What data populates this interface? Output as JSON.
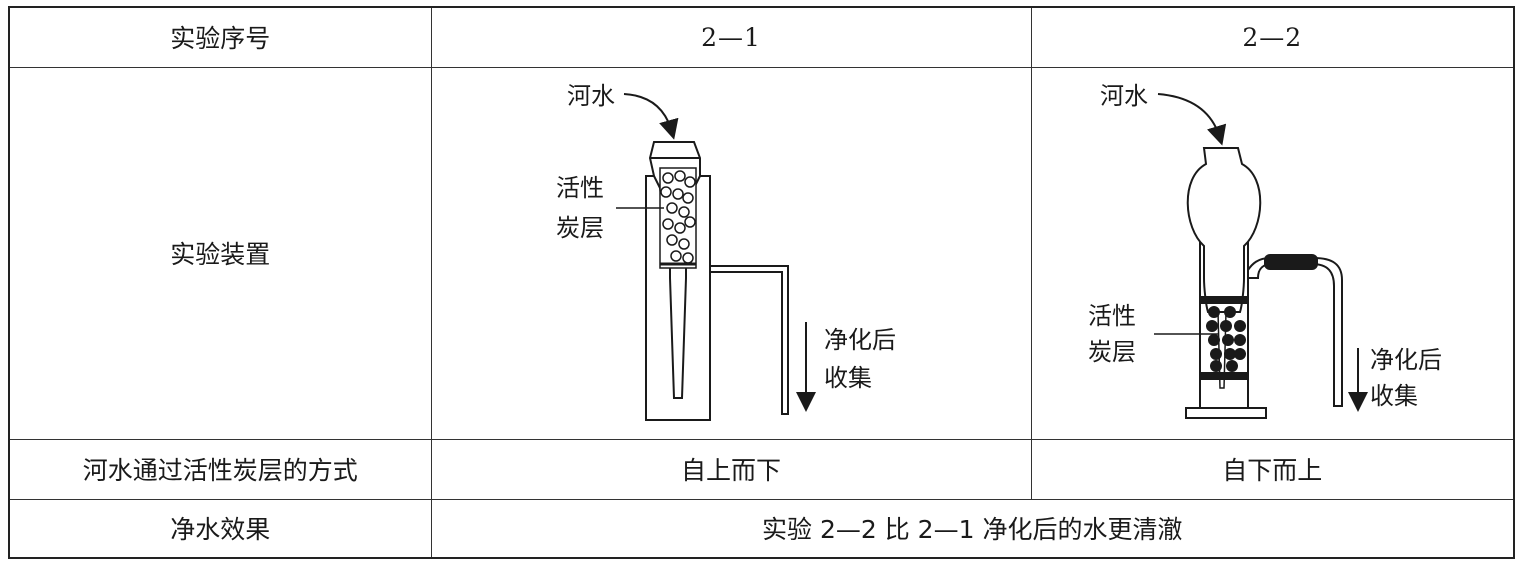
{
  "table": {
    "row_seq": {
      "label": "实验序号",
      "exp1": "2—1",
      "exp2": "2—2"
    },
    "row_apparatus": {
      "label": "实验装置",
      "exp1": {
        "river_water": "河水",
        "carbon_line1": "活性",
        "carbon_line2": "炭层",
        "collect_line1": "净化后",
        "collect_line2": "收集"
      },
      "exp2": {
        "river_water": "河水",
        "carbon_line1": "活性",
        "carbon_line2": "炭层",
        "collect_line1": "净化后",
        "collect_line2": "收集"
      }
    },
    "row_method": {
      "label": "河水通过活性炭层的方式",
      "exp1": "自上而下",
      "exp2": "自下而上"
    },
    "row_effect": {
      "label": "净水效果",
      "result": "实验 2—2 比 2—1 净化后的水更清澈"
    }
  }
}
